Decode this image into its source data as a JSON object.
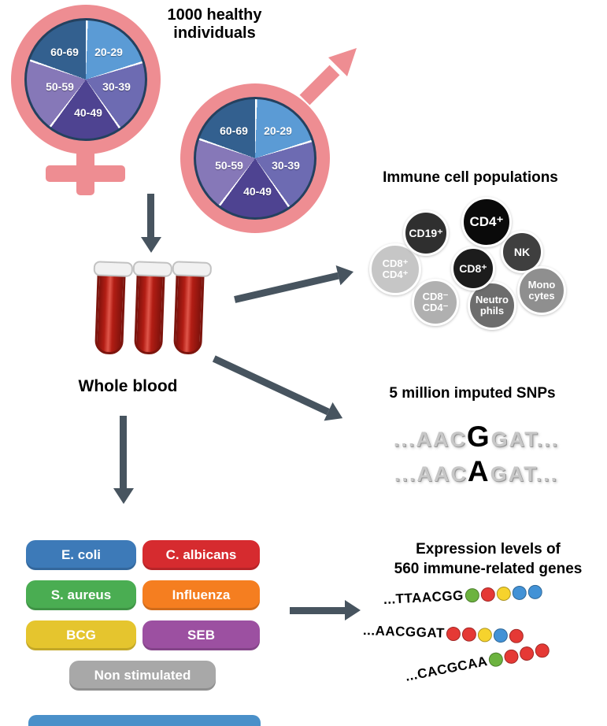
{
  "header": {
    "title": "1000 healthy\nindividuals"
  },
  "demographics": {
    "symbol_color": "#ee8d92",
    "age_pie": {
      "segments": [
        {
          "label": "20-29",
          "color": "#5b9bd5"
        },
        {
          "label": "30-39",
          "color": "#6d6bb2"
        },
        {
          "label": "40-49",
          "color": "#4e4391"
        },
        {
          "label": "50-59",
          "color": "#8678b8"
        },
        {
          "label": "60-69",
          "color": "#33608f"
        }
      ]
    }
  },
  "arrow_color": "#47545f",
  "blood": {
    "label": "Whole blood",
    "tube_color": "#b21d14"
  },
  "immune": {
    "title": "Immune cell populations",
    "cells": [
      {
        "label": "CD19⁺",
        "color": "#2f2f2f"
      },
      {
        "label": "CD4⁺",
        "color": "#0a0a0a"
      },
      {
        "label": "NK",
        "color": "#3f3f3f"
      },
      {
        "label": "CD8⁺",
        "color": "#1c1c1c"
      },
      {
        "label": "CD8⁺\nCD4⁺",
        "color": "#c6c6c6"
      },
      {
        "label": "Mono\ncytes",
        "color": "#8f8f8f"
      },
      {
        "label": "Neutro\nphils",
        "color": "#6d6d6d"
      },
      {
        "label": "CD8⁻\nCD4⁻",
        "color": "#b0b0b0"
      }
    ]
  },
  "snps": {
    "title": "5 million imputed SNPs",
    "sequences": [
      {
        "prefix": "...AAC",
        "variant": "G",
        "suffix": "GAT..."
      },
      {
        "prefix": "...AAC",
        "variant": "A",
        "suffix": "GAT..."
      }
    ]
  },
  "stimulations": {
    "items": [
      {
        "label": "E. coli",
        "color": "#3d7ab8"
      },
      {
        "label": "C. albicans",
        "color": "#d62b2f"
      },
      {
        "label": "S. aureus",
        "color": "#4aad52"
      },
      {
        "label": "Influenza",
        "color": "#f57e20"
      },
      {
        "label": "BCG",
        "color": "#e5c52e"
      },
      {
        "label": "SEB",
        "color": "#9c50a1"
      },
      {
        "label": "Non stimulated",
        "color": "#a8a8a8"
      }
    ],
    "partial_color": "#4a90c9"
  },
  "expression": {
    "title": "Expression levels of\n560 immune-related genes",
    "rows": [
      {
        "sequence": "...TTAACGG",
        "dots": [
          "#6cb33f",
          "#e53935",
          "#f6d32d",
          "#4292d6",
          "#4292d6"
        ]
      },
      {
        "sequence": "...AACGGAT",
        "dots": [
          "#e53935",
          "#e53935",
          "#f6d32d",
          "#4292d6",
          "#e53935"
        ]
      },
      {
        "sequence": "...CACGCAA",
        "dots": [
          "#6cb33f",
          "#e53935",
          "#e53935",
          "#e53935"
        ]
      }
    ]
  }
}
